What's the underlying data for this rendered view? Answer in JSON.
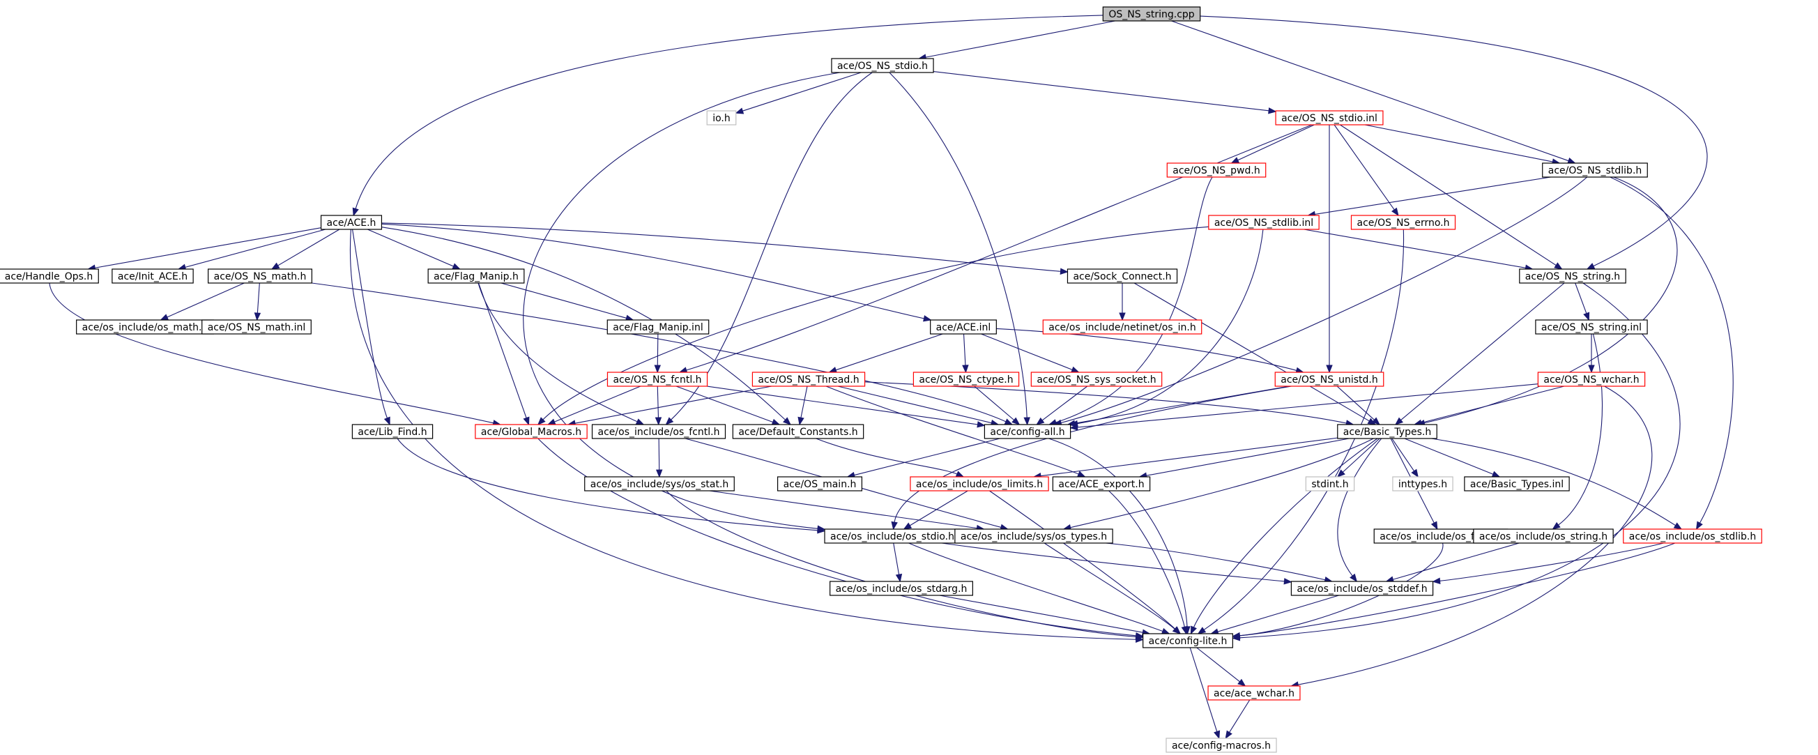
{
  "diagram": {
    "title_node": "OS_NS_string.cpp",
    "colors": {
      "edge": "#191970",
      "root_fill": "#bfbfbf",
      "default_border": "#000000",
      "truncated_border": "#ff0000",
      "external_border": "#bfbfbf",
      "background": "#ffffff"
    },
    "nodes": [
      {
        "id": "root",
        "label": "OS_NS_string.cpp",
        "style": "root"
      },
      {
        "id": "stdio_h",
        "label": "ace/OS_NS_stdio.h",
        "style": "normal"
      },
      {
        "id": "io_h",
        "label": "io.h",
        "style": "external"
      },
      {
        "id": "stdio_inl",
        "label": "ace/OS_NS_stdio.inl",
        "style": "truncated"
      },
      {
        "id": "pwd_h",
        "label": "ace/OS_NS_pwd.h",
        "style": "truncated"
      },
      {
        "id": "stdlib_h",
        "label": "ace/OS_NS_stdlib.h",
        "style": "normal"
      },
      {
        "id": "stdlib_inl",
        "label": "ace/OS_NS_stdlib.inl",
        "style": "truncated"
      },
      {
        "id": "errno_h",
        "label": "ace/OS_NS_errno.h",
        "style": "truncated"
      },
      {
        "id": "ace_h",
        "label": "ace/ACE.h",
        "style": "normal"
      },
      {
        "id": "string_h",
        "label": "ace/OS_NS_string.h",
        "style": "normal"
      },
      {
        "id": "handle_ops",
        "label": "ace/Handle_Ops.h",
        "style": "normal"
      },
      {
        "id": "init_ace",
        "label": "ace/Init_ACE.h",
        "style": "normal"
      },
      {
        "id": "math_h",
        "label": "ace/OS_NS_math.h",
        "style": "normal"
      },
      {
        "id": "flag_manip_h",
        "label": "ace/Flag_Manip.h",
        "style": "normal"
      },
      {
        "id": "sock_connect",
        "label": "ace/Sock_Connect.h",
        "style": "normal"
      },
      {
        "id": "os_math",
        "label": "ace/os_include/os_math.h",
        "style": "normal"
      },
      {
        "id": "math_inl",
        "label": "ace/OS_NS_math.inl",
        "style": "normal"
      },
      {
        "id": "flag_manip_inl",
        "label": "ace/Flag_Manip.inl",
        "style": "normal"
      },
      {
        "id": "ace_inl",
        "label": "ace/ACE.inl",
        "style": "normal"
      },
      {
        "id": "netinet_in",
        "label": "ace/os_include/netinet/os_in.h",
        "style": "truncated"
      },
      {
        "id": "string_inl",
        "label": "ace/OS_NS_string.inl",
        "style": "normal"
      },
      {
        "id": "fcntl_h",
        "label": "ace/OS_NS_fcntl.h",
        "style": "truncated"
      },
      {
        "id": "thread_h",
        "label": "ace/OS_NS_Thread.h",
        "style": "truncated"
      },
      {
        "id": "ctype_h",
        "label": "ace/OS_NS_ctype.h",
        "style": "truncated"
      },
      {
        "id": "sys_socket",
        "label": "ace/OS_NS_sys_socket.h",
        "style": "truncated"
      },
      {
        "id": "unistd_h",
        "label": "ace/OS_NS_unistd.h",
        "style": "truncated"
      },
      {
        "id": "wchar_h",
        "label": "ace/OS_NS_wchar.h",
        "style": "truncated"
      },
      {
        "id": "lib_find",
        "label": "ace/Lib_Find.h",
        "style": "normal"
      },
      {
        "id": "global_macros",
        "label": "ace/Global_Macros.h",
        "style": "truncated"
      },
      {
        "id": "os_fcntl",
        "label": "ace/os_include/os_fcntl.h",
        "style": "normal"
      },
      {
        "id": "default_constants",
        "label": "ace/Default_Constants.h",
        "style": "normal"
      },
      {
        "id": "config_all",
        "label": "ace/config-all.h",
        "style": "normal"
      },
      {
        "id": "basic_types_h",
        "label": "ace/Basic_Types.h",
        "style": "normal"
      },
      {
        "id": "os_stat",
        "label": "ace/os_include/sys/os_stat.h",
        "style": "normal"
      },
      {
        "id": "os_main",
        "label": "ace/OS_main.h",
        "style": "normal"
      },
      {
        "id": "os_limits",
        "label": "ace/os_include/os_limits.h",
        "style": "truncated"
      },
      {
        "id": "ace_export",
        "label": "ace/ACE_export.h",
        "style": "normal"
      },
      {
        "id": "stdint_h",
        "label": "stdint.h",
        "style": "external"
      },
      {
        "id": "inttypes_h",
        "label": "inttypes.h",
        "style": "external"
      },
      {
        "id": "basic_types_inl",
        "label": "ace/Basic_Types.inl",
        "style": "normal"
      },
      {
        "id": "os_stdio",
        "label": "ace/os_include/os_stdio.h",
        "style": "normal"
      },
      {
        "id": "os_types",
        "label": "ace/os_include/sys/os_types.h",
        "style": "normal"
      },
      {
        "id": "os_float",
        "label": "ace/os_include/os_float.h",
        "style": "normal"
      },
      {
        "id": "os_string",
        "label": "ace/os_include/os_string.h",
        "style": "normal"
      },
      {
        "id": "os_stdlib",
        "label": "ace/os_include/os_stdlib.h",
        "style": "truncated"
      },
      {
        "id": "os_stdarg",
        "label": "ace/os_include/os_stdarg.h",
        "style": "normal"
      },
      {
        "id": "os_stddef",
        "label": "ace/os_include/os_stddef.h",
        "style": "normal"
      },
      {
        "id": "config_lite",
        "label": "ace/config-lite.h",
        "style": "normal"
      },
      {
        "id": "ace_wchar",
        "label": "ace/ace_wchar.h",
        "style": "truncated"
      },
      {
        "id": "config_macros",
        "label": "ace/config-macros.h",
        "style": "external"
      }
    ],
    "edges": [
      [
        "root",
        "stdio_h"
      ],
      [
        "root",
        "ace_h"
      ],
      [
        "root",
        "stdlib_h"
      ],
      [
        "root",
        "string_h"
      ],
      [
        "stdio_h",
        "io_h"
      ],
      [
        "stdio_h",
        "stdio_inl"
      ],
      [
        "stdio_h",
        "os_stdio"
      ],
      [
        "stdio_h",
        "os_fcntl"
      ],
      [
        "stdio_h",
        "config_all"
      ],
      [
        "stdio_inl",
        "pwd_h"
      ],
      [
        "stdio_inl",
        "stdlib_h"
      ],
      [
        "stdio_inl",
        "errno_h"
      ],
      [
        "stdio_inl",
        "unistd_h"
      ],
      [
        "stdio_inl",
        "string_h"
      ],
      [
        "stdio_inl",
        "fcntl_h"
      ],
      [
        "stdlib_h",
        "stdlib_inl"
      ],
      [
        "stdlib_h",
        "config_all"
      ],
      [
        "stdlib_h",
        "basic_types_h"
      ],
      [
        "stdlib_h",
        "os_stdlib"
      ],
      [
        "stdlib_inl",
        "string_h"
      ],
      [
        "stdlib_inl",
        "global_macros"
      ],
      [
        "stdlib_inl",
        "config_all"
      ],
      [
        "pwd_h",
        "config_all"
      ],
      [
        "errno_h",
        "config_lite"
      ],
      [
        "string_h",
        "string_inl"
      ],
      [
        "string_h",
        "basic_types_h"
      ],
      [
        "string_h",
        "config_lite"
      ],
      [
        "string_inl",
        "wchar_h"
      ],
      [
        "string_inl",
        "os_string"
      ],
      [
        "wchar_h",
        "basic_types_h"
      ],
      [
        "wchar_h",
        "config_all"
      ],
      [
        "wchar_h",
        "ace_wchar"
      ],
      [
        "ace_h",
        "handle_ops"
      ],
      [
        "ace_h",
        "init_ace"
      ],
      [
        "ace_h",
        "math_h"
      ],
      [
        "ace_h",
        "flag_manip_h"
      ],
      [
        "ace_h",
        "sock_connect"
      ],
      [
        "ace_h",
        "ace_inl"
      ],
      [
        "ace_h",
        "lib_find"
      ],
      [
        "ace_h",
        "default_constants"
      ],
      [
        "ace_h",
        "config_lite"
      ],
      [
        "handle_ops",
        "global_macros"
      ],
      [
        "math_h",
        "os_math"
      ],
      [
        "math_h",
        "math_inl"
      ],
      [
        "math_h",
        "config_all"
      ],
      [
        "flag_manip_h",
        "flag_manip_inl"
      ],
      [
        "flag_manip_h",
        "global_macros"
      ],
      [
        "flag_manip_h",
        "os_fcntl"
      ],
      [
        "flag_manip_inl",
        "fcntl_h"
      ],
      [
        "sock_connect",
        "netinet_in"
      ],
      [
        "sock_connect",
        "basic_types_h"
      ],
      [
        "ace_inl",
        "thread_h"
      ],
      [
        "ace_inl",
        "ctype_h"
      ],
      [
        "ace_inl",
        "sys_socket"
      ],
      [
        "ace_inl",
        "unistd_h"
      ],
      [
        "fcntl_h",
        "global_macros"
      ],
      [
        "fcntl_h",
        "os_fcntl"
      ],
      [
        "fcntl_h",
        "default_constants"
      ],
      [
        "fcntl_h",
        "config_all"
      ],
      [
        "thread_h",
        "global_macros"
      ],
      [
        "thread_h",
        "default_constants"
      ],
      [
        "thread_h",
        "config_all"
      ],
      [
        "thread_h",
        "basic_types_h"
      ],
      [
        "thread_h",
        "ace_export"
      ],
      [
        "ctype_h",
        "config_all"
      ],
      [
        "sys_socket",
        "config_all"
      ],
      [
        "unistd_h",
        "config_all"
      ],
      [
        "unistd_h",
        "basic_types_h"
      ],
      [
        "unistd_h",
        "os_stdio"
      ],
      [
        "lib_find",
        "os_stdio"
      ],
      [
        "global_macros",
        "config_lite"
      ],
      [
        "os_fcntl",
        "os_stat"
      ],
      [
        "os_fcntl",
        "os_types"
      ],
      [
        "default_constants",
        "os_limits"
      ],
      [
        "config_all",
        "os_main"
      ],
      [
        "config_all",
        "config_lite"
      ],
      [
        "basic_types_h",
        "os_limits"
      ],
      [
        "basic_types_h",
        "ace_export"
      ],
      [
        "basic_types_h",
        "stdint_h"
      ],
      [
        "basic_types_h",
        "inttypes_h"
      ],
      [
        "basic_types_h",
        "basic_types_inl"
      ],
      [
        "basic_types_h",
        "os_types"
      ],
      [
        "basic_types_h",
        "os_float"
      ],
      [
        "basic_types_h",
        "os_stdlib"
      ],
      [
        "basic_types_h",
        "os_stddef"
      ],
      [
        "basic_types_h",
        "config_lite"
      ],
      [
        "os_stat",
        "os_types"
      ],
      [
        "os_stat",
        "config_lite"
      ],
      [
        "os_limits",
        "os_stdio"
      ],
      [
        "os_limits",
        "config_lite"
      ],
      [
        "ace_export",
        "config_lite"
      ],
      [
        "os_stdio",
        "os_stdarg"
      ],
      [
        "os_stdio",
        "os_stddef"
      ],
      [
        "os_stdio",
        "config_lite"
      ],
      [
        "os_types",
        "os_stddef"
      ],
      [
        "os_types",
        "config_lite"
      ],
      [
        "os_float",
        "config_lite"
      ],
      [
        "os_string",
        "os_stddef"
      ],
      [
        "os_stdlib",
        "os_stddef"
      ],
      [
        "os_stdlib",
        "config_lite"
      ],
      [
        "os_stdarg",
        "config_lite"
      ],
      [
        "os_stddef",
        "config_lite"
      ],
      [
        "config_lite",
        "ace_wchar"
      ],
      [
        "config_lite",
        "config_macros"
      ],
      [
        "ace_wchar",
        "config_macros"
      ]
    ]
  }
}
